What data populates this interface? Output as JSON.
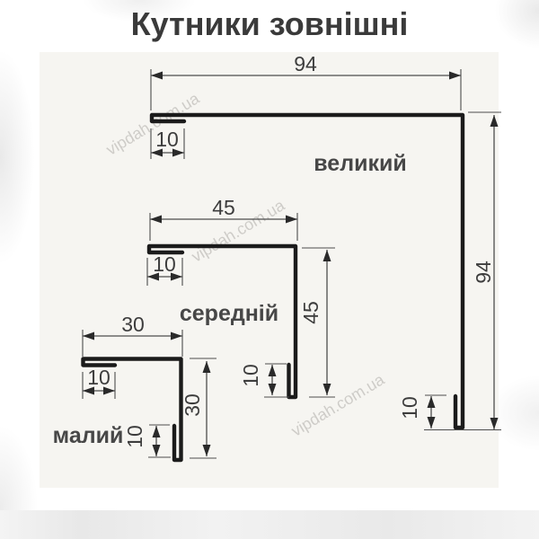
{
  "title": "Кутники зовнішні",
  "watermark": "vipdah.com.ua",
  "profiles": [
    {
      "label": "великий",
      "width": "94",
      "height": "94",
      "lip": "10"
    },
    {
      "label": "середній",
      "width": "45",
      "height": "45",
      "lip": "10"
    },
    {
      "label": "малий",
      "width": "30",
      "height": "30",
      "lip": "10"
    }
  ]
}
